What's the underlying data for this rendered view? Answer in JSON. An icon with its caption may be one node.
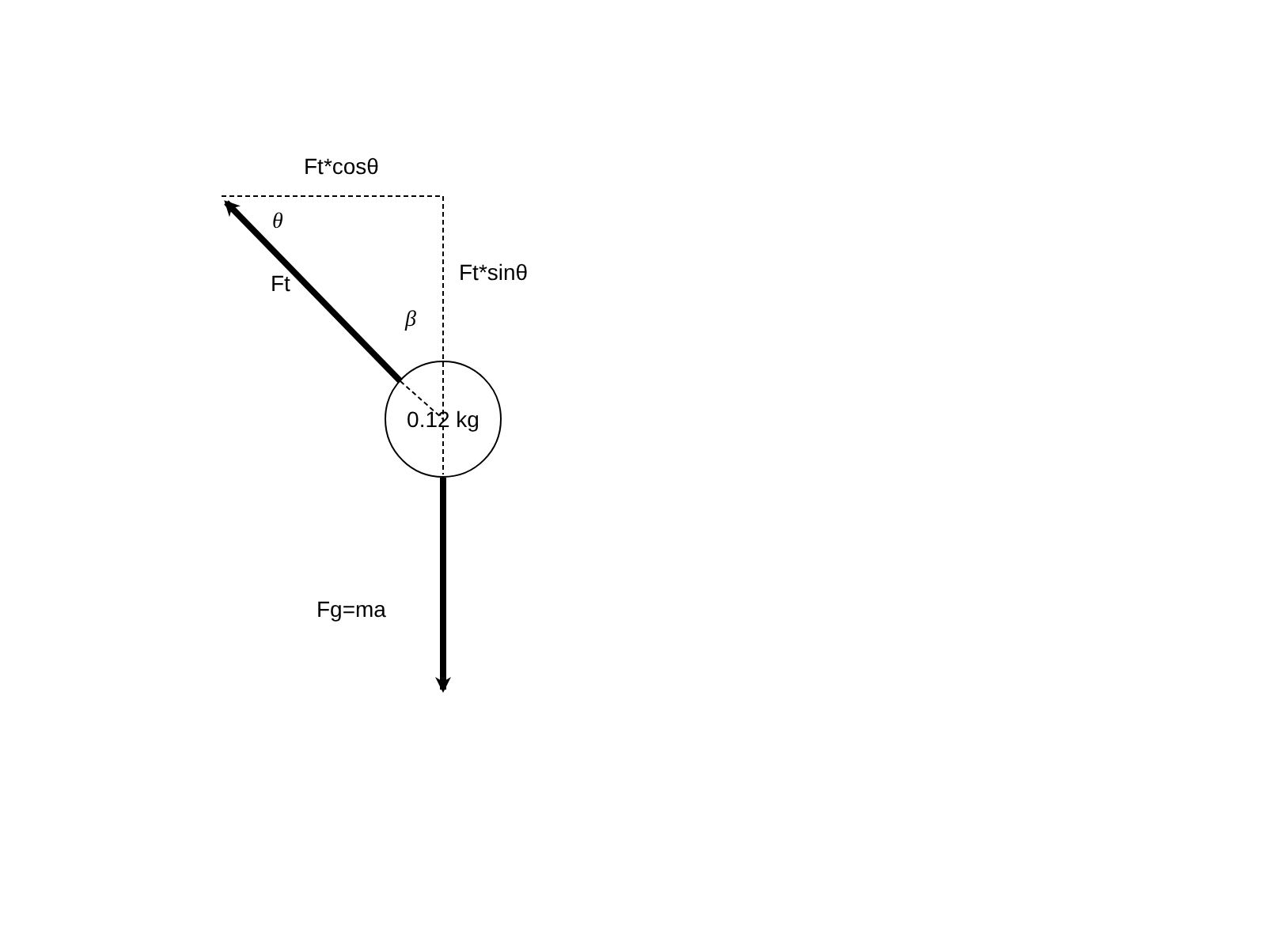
{
  "diagram": {
    "nodes": [
      {
        "text": [
          "0.12 kg"
        ]
      }
    ],
    "labels": [
      "Ft*cosθ",
      "θ",
      "Ft",
      "β",
      "Ft*sinθ",
      "Fg=ma"
    ]
  }
}
